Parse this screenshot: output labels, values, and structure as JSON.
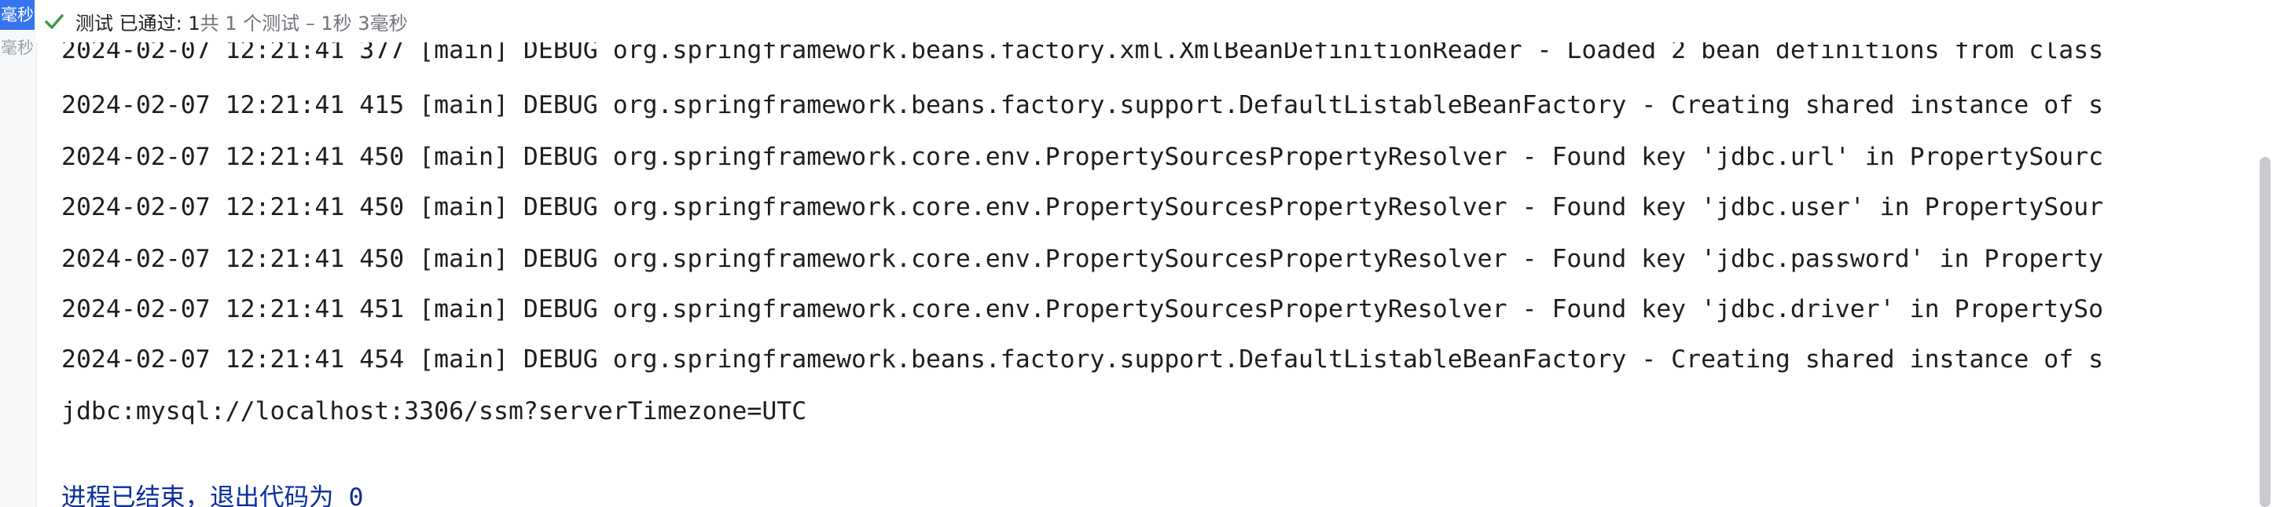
{
  "gutter": {
    "chip_label": "毫秒",
    "sub_label": "毫秒"
  },
  "test_status": {
    "icon": "check-icon",
    "main": "测试 已通过: 1",
    "detail": "共 1 个测试 – 1秒 3毫秒",
    "color": "#3a9b4a"
  },
  "console": {
    "lines": [
      "2024-02-07 12:21:41 377 [main] DEBUG org.springframework.beans.factory.xml.XmlBeanDefinitionReader - Loaded 2 bean definitions from class",
      "2024-02-07 12:21:41 415 [main] DEBUG org.springframework.beans.factory.support.DefaultListableBeanFactory - Creating shared instance of s",
      "2024-02-07 12:21:41 450 [main] DEBUG org.springframework.core.env.PropertySourcesPropertyResolver - Found key 'jdbc.url' in PropertySourc",
      "2024-02-07 12:21:41 450 [main] DEBUG org.springframework.core.env.PropertySourcesPropertyResolver - Found key 'jdbc.user' in PropertySour",
      "2024-02-07 12:21:41 450 [main] DEBUG org.springframework.core.env.PropertySourcesPropertyResolver - Found key 'jdbc.password' in Property",
      "2024-02-07 12:21:41 451 [main] DEBUG org.springframework.core.env.PropertySourcesPropertyResolver - Found key 'jdbc.driver' in PropertySo",
      "2024-02-07 12:21:41 454 [main] DEBUG org.springframework.beans.factory.support.DefaultListableBeanFactory - Creating shared instance of s",
      "jdbc:mysql://localhost:3306/ssm?serverTimezone=UTC"
    ],
    "exit_message": "进程已结束，退出代码为 0"
  },
  "colors": {
    "accent": "#3574f0",
    "exit_text": "#0a2ea0",
    "log_text": "#1e1e1e"
  }
}
